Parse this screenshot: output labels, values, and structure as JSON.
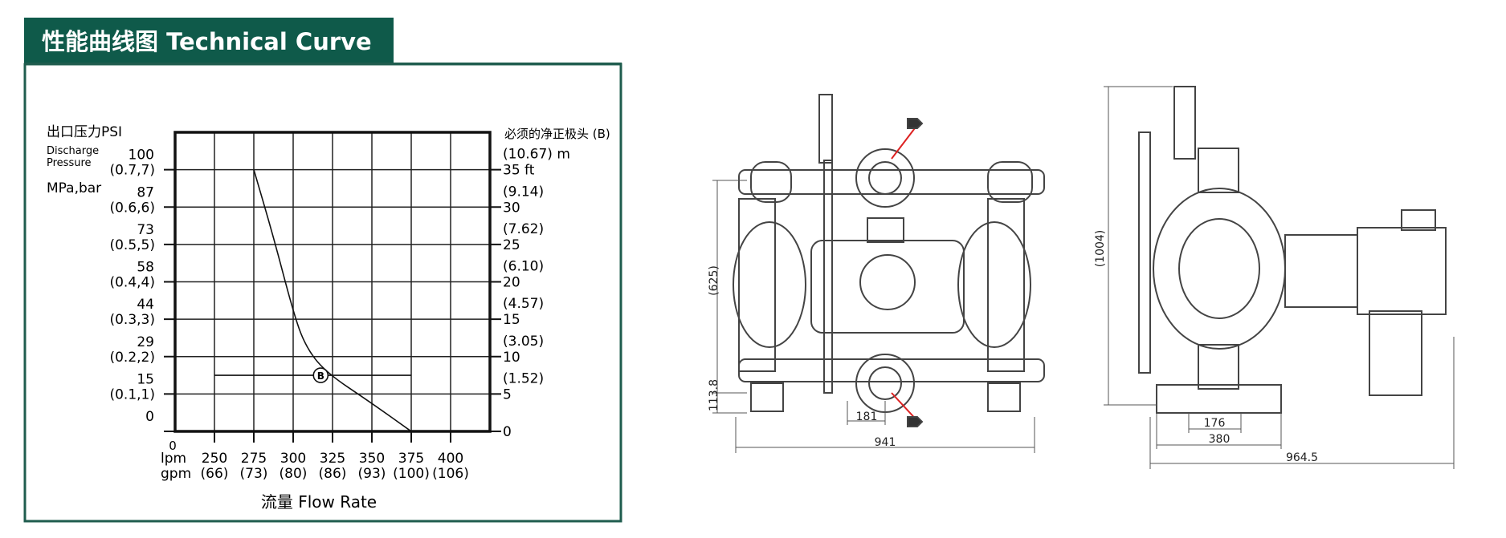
{
  "header": {
    "title": "性能曲线图 Technical Curve",
    "bg_color": "#0f5a4a",
    "text_color": "#ffffff"
  },
  "chart_frame_color": "#1f5c4e",
  "chart_data": {
    "type": "line",
    "y_left": {
      "label_lines": [
        "出口压力PSI",
        "Discharge",
        "Pressure",
        "MPa,bar"
      ],
      "ticks": [
        {
          "psi": "0",
          "mpa": ""
        },
        {
          "psi": "15",
          "mpa": "(0.1,1)"
        },
        {
          "psi": "29",
          "mpa": "(0.2,2)"
        },
        {
          "psi": "44",
          "mpa": "(0.3,3)"
        },
        {
          "psi": "58",
          "mpa": "(0.4,4)"
        },
        {
          "psi": "73",
          "mpa": "(0.5,5)"
        },
        {
          "psi": "87",
          "mpa": "(0.6,6)"
        },
        {
          "psi": "100",
          "mpa": "(0.7,7)"
        }
      ],
      "ylim": [
        0,
        8
      ]
    },
    "y_right": {
      "label": "必须的净正极头 (B)",
      "ticks": [
        {
          "ft": "0",
          "m": ""
        },
        {
          "ft": "5",
          "m": "(1.52)"
        },
        {
          "ft": "10",
          "m": "(3.05)"
        },
        {
          "ft": "15",
          "m": "(4.57)"
        },
        {
          "ft": "20",
          "m": "(6.10)"
        },
        {
          "ft": "25",
          "m": "(7.62)"
        },
        {
          "ft": "30",
          "m": "(9.14)"
        },
        {
          "ft": "35 ft",
          "m": "(10.67) m"
        }
      ]
    },
    "x": {
      "row_labels": [
        "lpm",
        "gpm"
      ],
      "zero_label": "0",
      "ticks": [
        {
          "lpm": "250",
          "gpm": "(66)"
        },
        {
          "lpm": "275",
          "gpm": "(73)"
        },
        {
          "lpm": "300",
          "gpm": "(80)"
        },
        {
          "lpm": "325",
          "gpm": "(86)"
        },
        {
          "lpm": "350",
          "gpm": "(93)"
        },
        {
          "lpm": "375",
          "gpm": "(100)"
        },
        {
          "lpm": "400",
          "gpm": "(106)"
        }
      ],
      "xlim": [
        0,
        8
      ],
      "xlabel": "流量 Flow Rate"
    },
    "series": [
      {
        "points": [
          [
            2,
            7
          ],
          [
            2.5,
            5.2
          ],
          [
            3,
            3.2
          ],
          [
            3.3,
            2.3
          ],
          [
            3.8,
            1.6
          ],
          [
            5,
            0.75
          ],
          [
            6,
            0
          ]
        ]
      }
    ],
    "npsh_line": {
      "x_from": 1,
      "x_to": 6,
      "y": 1.5,
      "marker": "B",
      "marker_x": 3.7
    },
    "grid": true
  },
  "drawing_front": {
    "dims": {
      "height": "(625)",
      "base": "113.8",
      "inlet": "181",
      "width": "941"
    }
  },
  "drawing_side": {
    "dims": {
      "height": "(1004)",
      "inlet": "176",
      "base": "380",
      "length": "964.5"
    }
  }
}
